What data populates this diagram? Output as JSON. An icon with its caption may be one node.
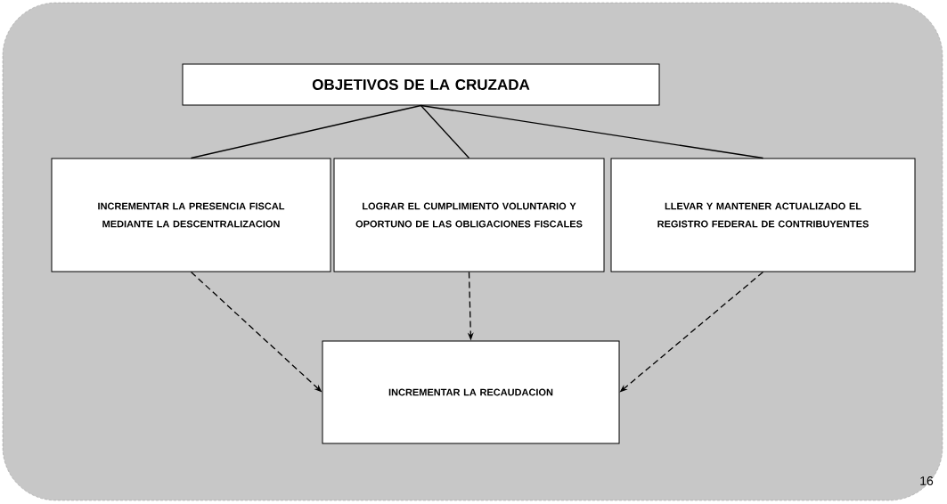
{
  "diagram": {
    "nodes": [
      {
        "text": [
          "OBJETIVOS DE LA CRUZADA"
        ]
      },
      {
        "text": [
          "INCREMENTAR LA PRESENCIA FISCAL MEDIANTE LA DESCENTRALIZACION"
        ]
      },
      {
        "text": [
          "LOGRAR EL CUMPLIMIENTO VOLUNTARIO Y OPORTUNO DE LAS OBLIGACIONES FISCALES"
        ]
      },
      {
        "text": [
          "LLEVAR Y MANTENER ACTUALIZADO EL REGISTRO FEDERAL DE CONTRIBUYENTES"
        ]
      },
      {
        "text": [
          "INCREMENTAR LA RECAUDACION"
        ]
      }
    ],
    "edges": [
      {
        "from": 0,
        "to": 1,
        "arrow": "none"
      },
      {
        "from": 0,
        "to": 2,
        "arrow": "none"
      },
      {
        "from": 0,
        "to": 3,
        "arrow": "none"
      },
      {
        "from": 1,
        "to": 4,
        "arrow": "to",
        "style": "dashed"
      },
      {
        "from": 2,
        "to": 4,
        "arrow": "to",
        "style": "dashed"
      },
      {
        "from": 3,
        "to": 4,
        "arrow": "to",
        "style": "dashed"
      }
    ],
    "labels": [
      "16"
    ]
  }
}
